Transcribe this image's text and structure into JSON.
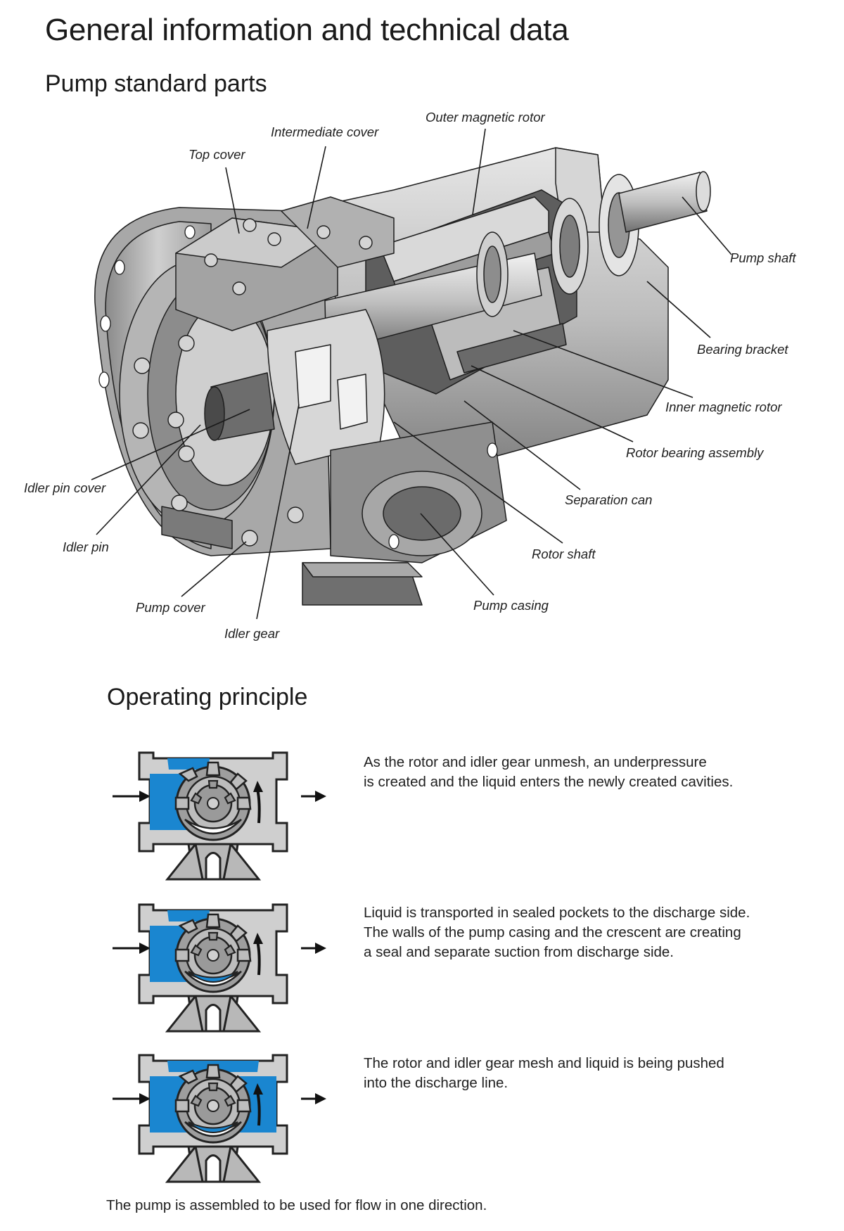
{
  "title": "General information and technical data",
  "parts_section": {
    "heading": "Pump standard parts",
    "labels": {
      "outer_magnetic_rotor": "Outer magnetic rotor",
      "intermediate_cover": "Intermediate cover",
      "top_cover": "Top cover",
      "pump_shaft": "Pump shaft",
      "bearing_bracket": "Bearing bracket",
      "inner_magnetic_rotor": "Inner magnetic rotor",
      "rotor_bearing_assembly": "Rotor bearing assembly",
      "separation_can": "Separation can",
      "rotor_shaft": "Rotor shaft",
      "pump_casing": "Pump casing",
      "idler_pin_cover": "Idler pin cover",
      "idler_pin": "Idler pin",
      "pump_cover": "Pump cover",
      "idler_gear": "Idler gear"
    }
  },
  "operating_section": {
    "heading": "Operating principle",
    "steps": [
      {
        "lines": [
          "As the rotor and idler gear unmesh, an underpressure",
          "is created and the liquid enters the newly created cavities."
        ]
      },
      {
        "lines": [
          "Liquid is transported in sealed pockets to the discharge side.",
          "The walls of the pump casing and the crescent are creating",
          "a seal and separate suction from discharge side."
        ]
      },
      {
        "lines": [
          "The rotor and idler gear mesh and liquid is being pushed",
          "into the discharge line."
        ]
      }
    ],
    "footer": "The pump is assembled to be used for flow in one direction."
  },
  "colors": {
    "liquid": "#1a86d0",
    "metal_light": "#c9c9c9",
    "metal_mid": "#9a9a9a",
    "metal_dark": "#5a5a5a",
    "outline": "#222222"
  }
}
